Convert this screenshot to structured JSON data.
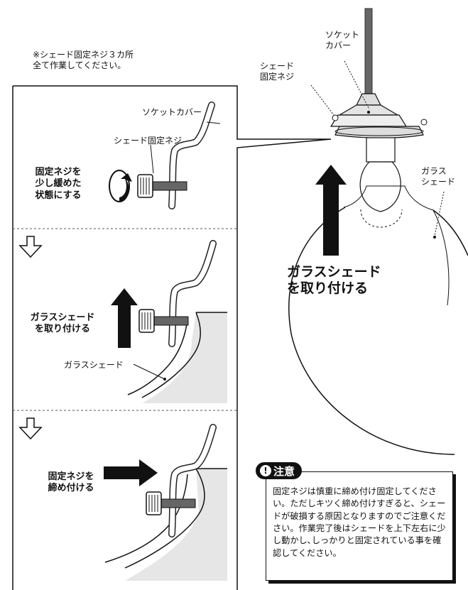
{
  "header_note": "※シェード固定ネジ３カ所\n全て作業してください。",
  "labels": {
    "socket_cover_side": "ソケットカバー",
    "shade_screw_side": "シェード固定ネジ",
    "glass_shade_side": "ガラスシェード",
    "socket_cover_main": "ソケット\nカバー",
    "shade_screw_main": "シェード\n固定ネジ",
    "glass_shade_main": "ガラス\nシェード"
  },
  "steps": [
    {
      "text": "固定ネジを\n少し緩めた\n状態にする"
    },
    {
      "text": "ガラスシェード\nを取り付ける"
    },
    {
      "text": "固定ネジを\n締め付ける"
    }
  ],
  "main_action": "ガラスシェード\nを取り付ける",
  "caution": {
    "title": "注意",
    "icon": "!",
    "body": "固定ネジは慎重に締め付け固定してください。ただしキツく締め付けすぎると、シェードが破損する原因となりますのでご注意ください。作業完了後はシェードを上下左右に少し動かし､しっかりと固定されている事を確認してください。"
  }
}
